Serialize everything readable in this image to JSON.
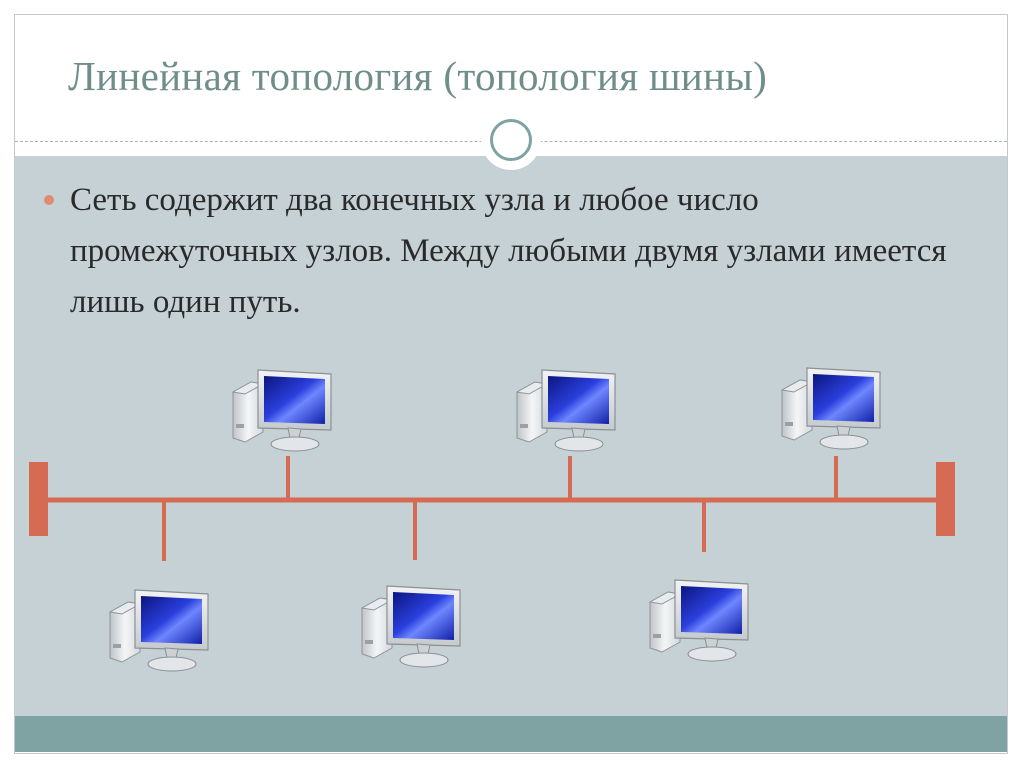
{
  "slide": {
    "title": "Линейная топология (топология шины)",
    "body_text": "Сеть содержит два конечных узла и любое число промежуточных узлов. Между любыми двумя узлами имеется лишь один путь."
  },
  "colors": {
    "bus": "#d66b54",
    "title": "#6f8e8a",
    "content_bg": "#c6d1d6",
    "footer": "#7fa3a3",
    "screen": "#1f2fb8",
    "bullet": "#e08b74"
  },
  "diagram": {
    "type": "bus-topology",
    "terminators": 2,
    "nodes_above_bus": 3,
    "nodes_below_bus": 3,
    "node_icon": "computer-icon"
  }
}
